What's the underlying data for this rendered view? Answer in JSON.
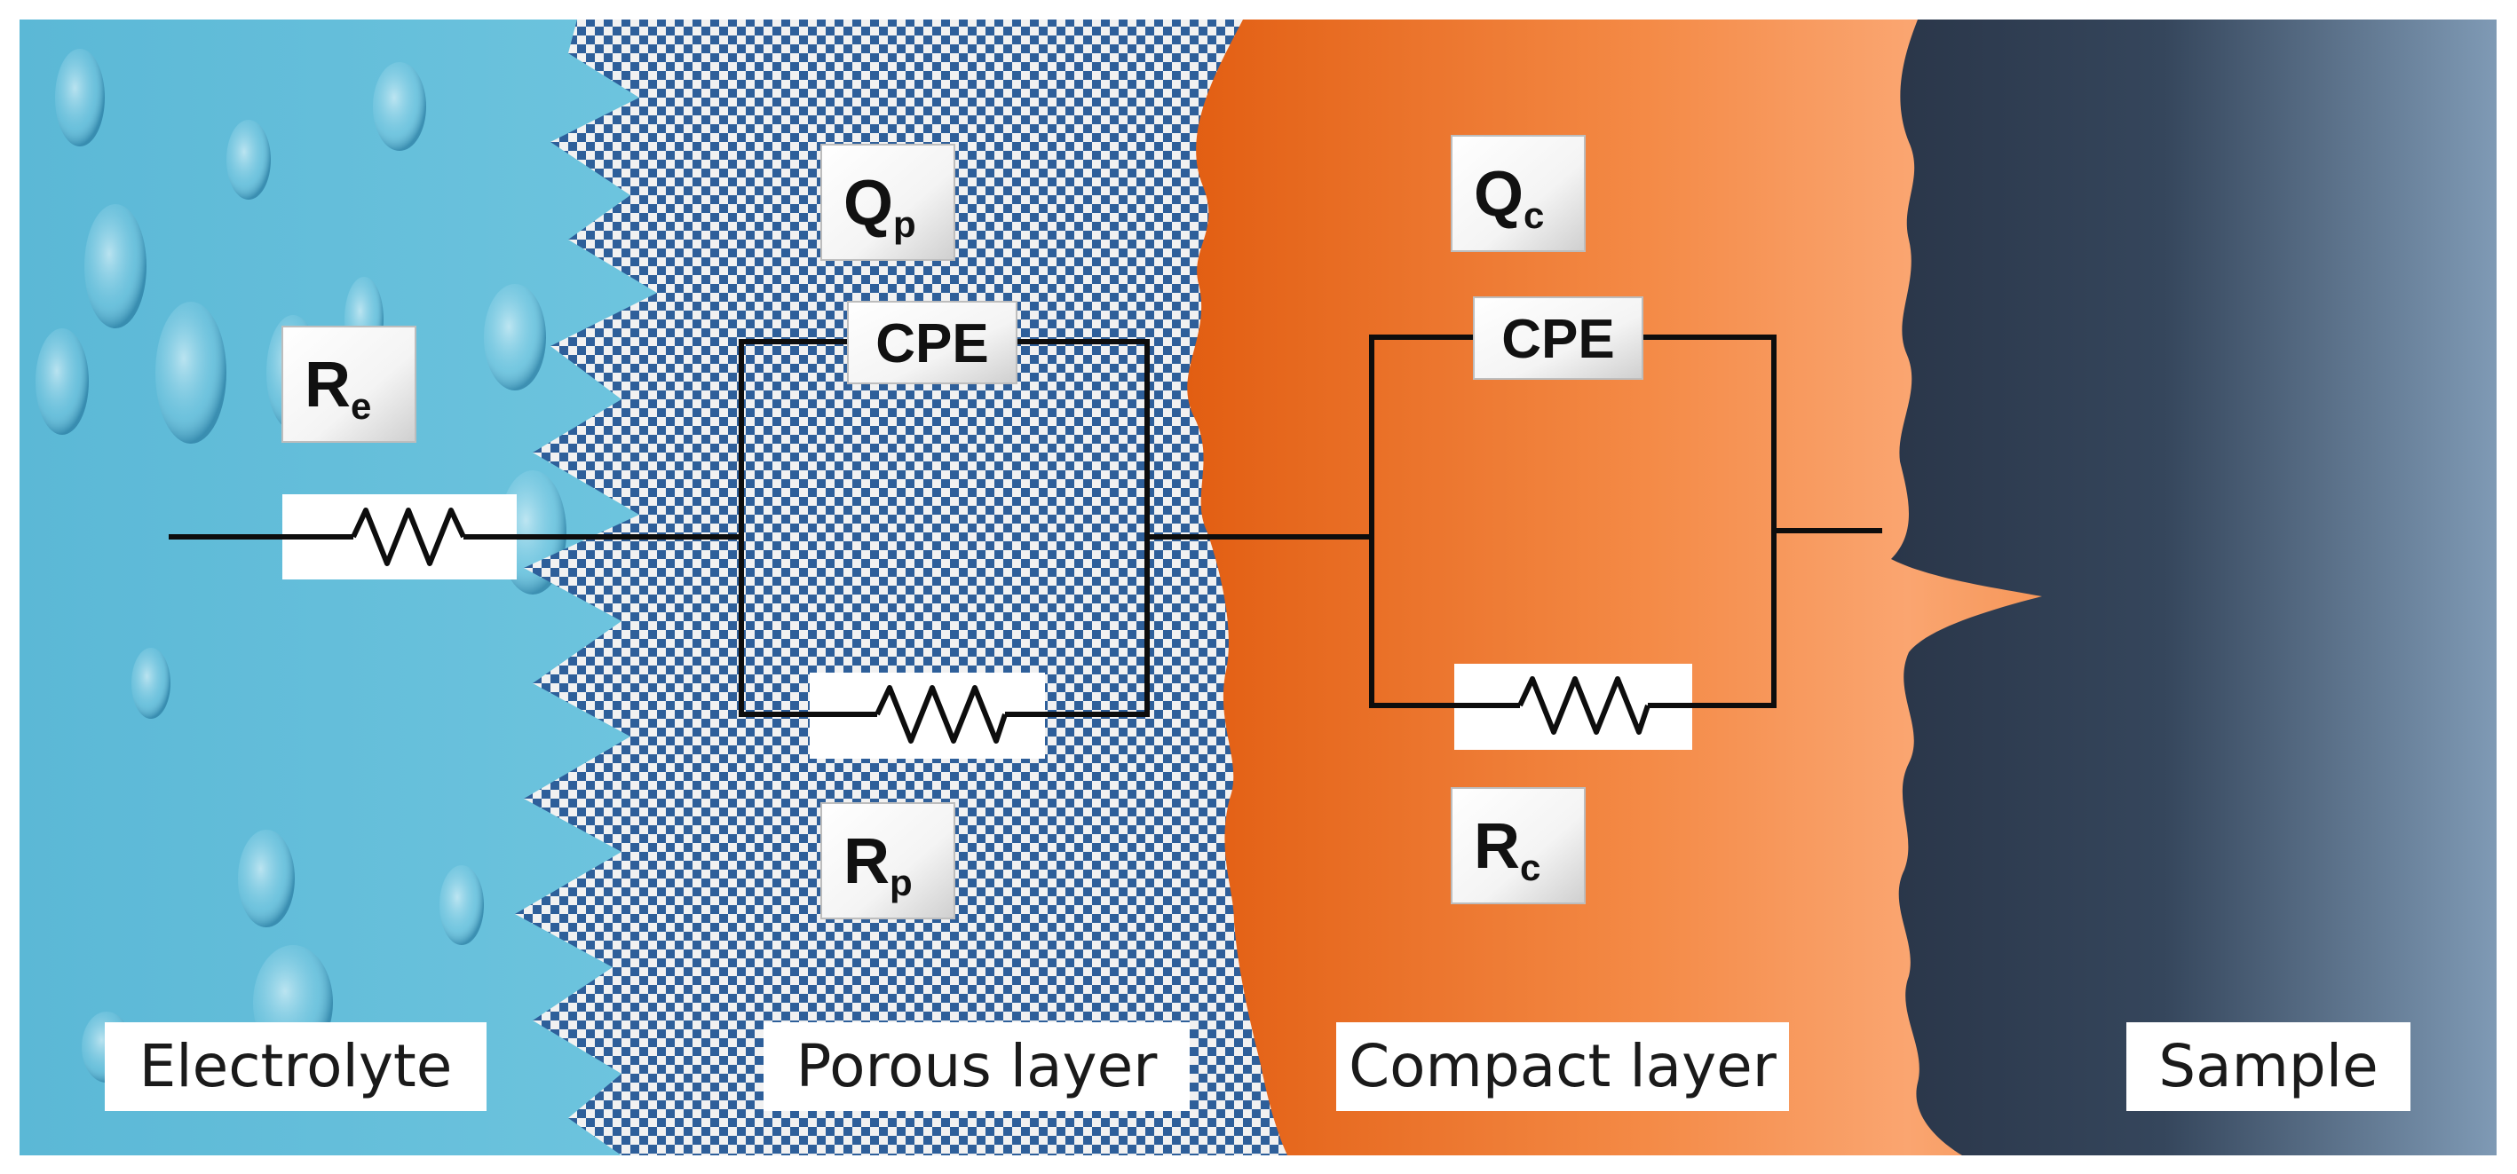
{
  "layers": {
    "electrolyte": "Electrolyte",
    "porous": "Porous layer",
    "compact": "Compact layer",
    "sample": "Sample"
  },
  "elements": {
    "re": {
      "main": "R",
      "sub": "e"
    },
    "qp": {
      "main": "Q",
      "sub": "p"
    },
    "rp": {
      "main": "R",
      "sub": "p"
    },
    "qc": {
      "main": "Q",
      "sub": "c"
    },
    "rc": {
      "main": "R",
      "sub": "c"
    },
    "cpe_porous": "CPE",
    "cpe_compact": "CPE"
  },
  "colors": {
    "electrolyte": "#6cc3dc",
    "porous_checker": "#2e5f9a",
    "compact": "#e8651c",
    "sample": "#2c3a4e"
  }
}
